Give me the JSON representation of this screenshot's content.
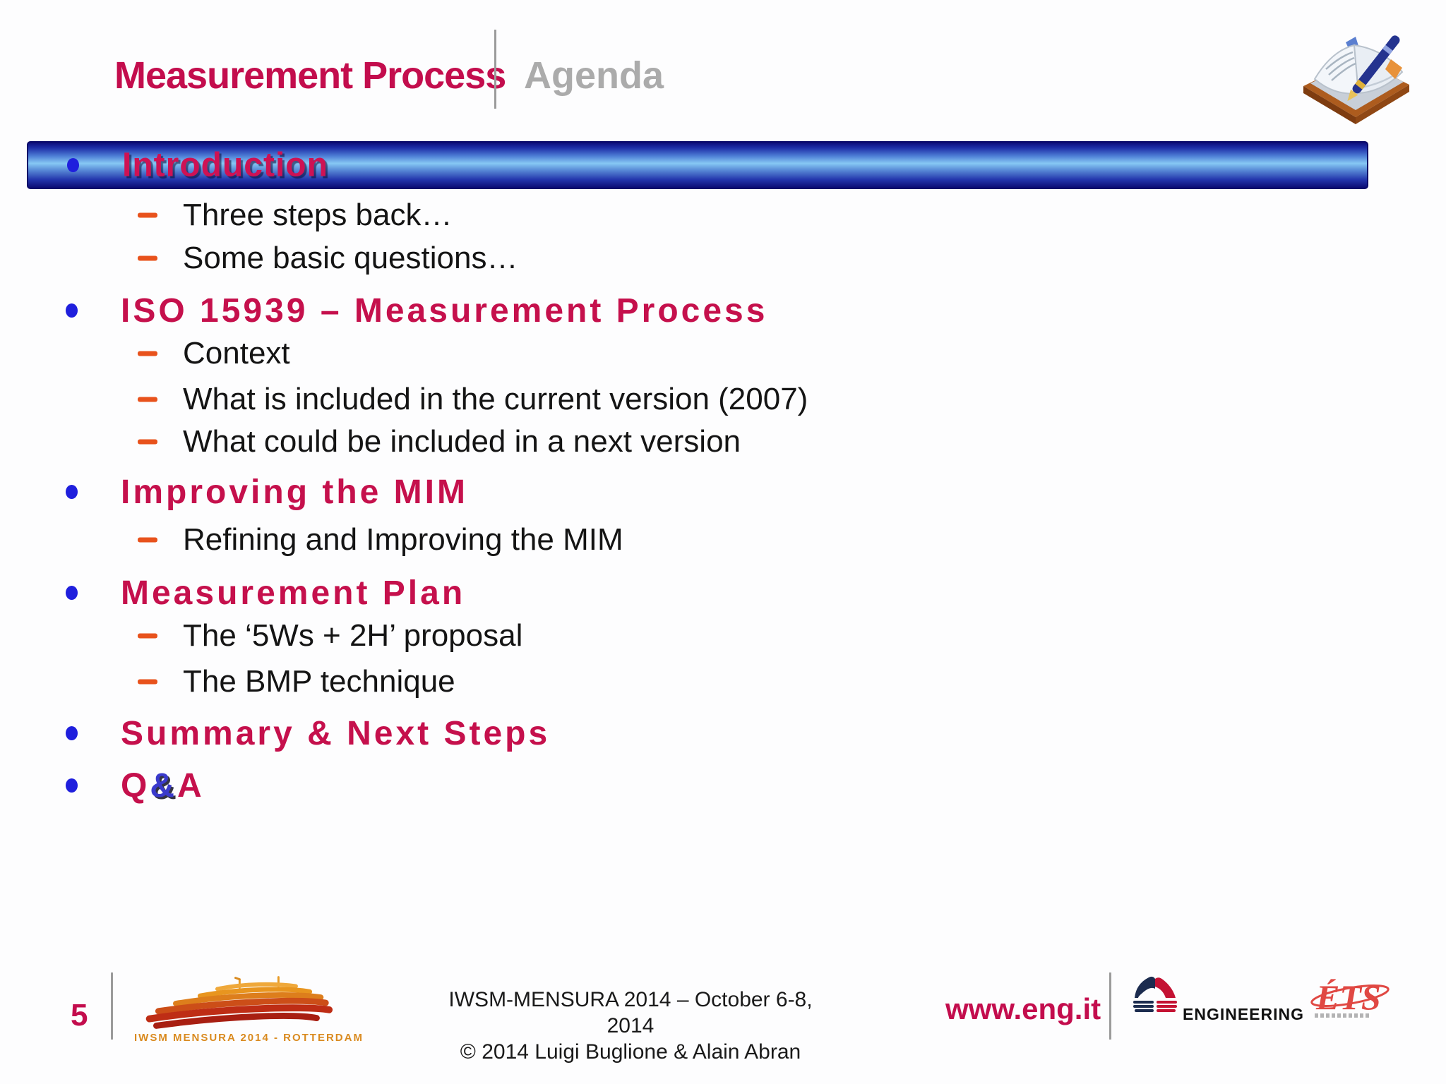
{
  "header": {
    "title": "Measurement Process",
    "subtitle": "Agenda",
    "accent_color": "#C30D4D",
    "subtitle_color": "#ABABAB"
  },
  "icons": {
    "book": "open-book-with-pen-icon",
    "ship": "iwsm-mensura-cruise-ship-logo",
    "engineering_mark": "engineering-peak-logo",
    "ets": "ets-orbit-logo"
  },
  "agenda": {
    "intro": {
      "label": "Introduction"
    },
    "intro_children": [
      "Three steps back…",
      "Some basic questions…"
    ],
    "iso": {
      "label": "ISO 15939 – Measurement Process",
      "children": [
        "Context",
        "What is included in the current version (2007)",
        "What could be included in a next version"
      ]
    },
    "mim": {
      "label": "Improving the MIM",
      "children": [
        "Refining and Improving the MIM"
      ]
    },
    "plan": {
      "label": "Measurement Plan",
      "children": [
        "The ‘5Ws + 2H’ proposal",
        "The BMP technique"
      ]
    },
    "summary": {
      "label": "Summary & Next Steps"
    },
    "qa": {
      "q": "Q",
      "amp": "&",
      "a": "A"
    }
  },
  "colors": {
    "bar_text": "#CE1254",
    "heading_crimson": "#C5104C",
    "bullet_blue": "#1F1FDD",
    "dash_orange": "#E8521C",
    "amp_blue": "#3A3ACC"
  },
  "footer": {
    "page_number": "5",
    "ship_caption": "IWSM MENSURA 2014 - ROTTERDAM",
    "line1": "IWSM-MENSURA 2014 – October 6-8, 2014",
    "line2": "© 2014 Luigi Buglione & Alain Abran",
    "website": "www.eng.it",
    "engineering_label": "ENGINEERING",
    "ets_label": "ÉTS"
  }
}
